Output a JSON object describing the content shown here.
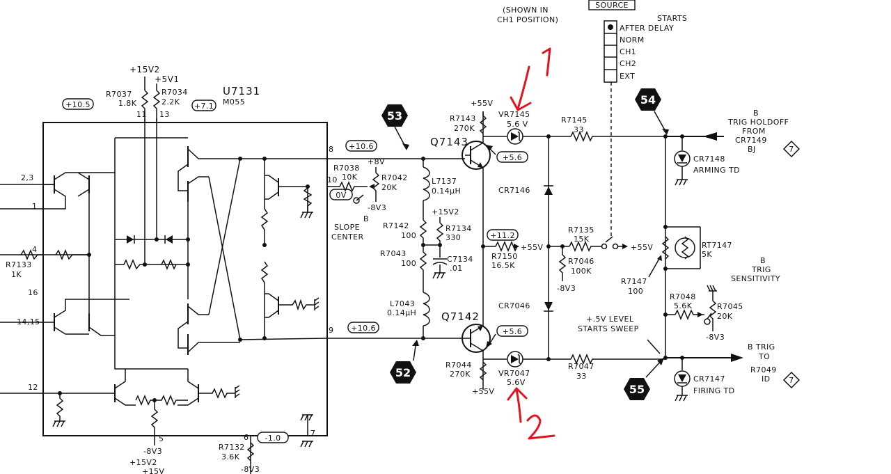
{
  "test_points": {
    "tp53": "53",
    "tp54": "54",
    "tp52": "52",
    "tp55": "55"
  },
  "voltage_pills": {
    "v_10_5": "+10.5",
    "v_7_1": "+7.1",
    "v_10_6_top": "+10.6",
    "v_0v": "0V",
    "v_5_6_top": "+5.6",
    "v_11_2": "+11.2",
    "v_10_6_bot": "+10.6",
    "v_5_6_bot": "+5.6",
    "v_neg_1_0": "-1.0"
  },
  "ic": {
    "name": "U7131",
    "part": "M055",
    "pin_8": "8",
    "pin_10": "10",
    "pin_9": "9",
    "pin_11": "11",
    "pin_13": "13",
    "pin_6": "6",
    "pin_5": "5",
    "pin_7": "7",
    "pin_4": "4",
    "pin_16": "16",
    "pin_12": "12",
    "pin_1": "1",
    "pin_2_3": "2,3",
    "pin_14_15": "14,15"
  },
  "components": {
    "r7037": "R7037",
    "r7037_val": "1.8K",
    "r7034": "R7034",
    "r7034_val": "2.2K",
    "plus15v2_top": "+15V2",
    "plus5v1": "+5V1",
    "r7133": "R7133",
    "r7133_val": "1K",
    "r7038": "R7038",
    "r7038_val": "10K",
    "r7042": "R7042",
    "r7042_val": "20K",
    "plus8v": "+8V",
    "minus8v3_a": "-8V3",
    "slope_b": "B",
    "slope_1": "SLOPE",
    "slope_2": "CENTER",
    "r7143": "R7143",
    "r7143_val": "270K",
    "plus55v_top": "+55V",
    "q7143": "Q7143",
    "q7142": "Q7142",
    "l7137": "L7137",
    "l7137_val": "0.14µH",
    "r7142": "R7142",
    "r7142_val": "100",
    "r7043": "R7043",
    "r7043_val": "100",
    "plus15v2_mid": "+15V2",
    "r7134": "R7134",
    "r7134_val": "330",
    "c7134": "C7134",
    "c7134_val": ".01",
    "l7043": "L7043",
    "l7043_val": "0.14µH",
    "r7044": "R7044",
    "r7044_val": "270K",
    "plus55v_bot": "+55V",
    "vr7145": "VR7145",
    "vr7145_val": "5.6 V",
    "vr7047": "VR7047",
    "vr7047_val": "5.6V",
    "r7150_arrow": "+55V",
    "r7150": "R7150",
    "r7150_val": "16.5K",
    "cr7146": "CR7146",
    "cr7046": "CR7046",
    "r7145": "R7145",
    "r7145_val": "33",
    "r7047": "R7047",
    "r7047_val": "33",
    "r7135": "R7135",
    "r7135_val": "15K",
    "r7046": "R7046",
    "r7046_val": "100K",
    "minus8v3_b": "-8V3",
    "plus55v_sw": "+55V",
    "rt7147": "RT7147",
    "rt7147_val": "5K",
    "r7147": "R7147",
    "r7147_val": "100",
    "r7048": "R7048",
    "r7048_val": "5.6K",
    "r7045": "R7045",
    "r7045_val": "20K",
    "minus8v3_c": "-8V3",
    "cr7148": "CR7148",
    "arming": "ARMING TD",
    "cr7147": "CR7147",
    "firing": "FIRING TD",
    "r7132": "R7132",
    "r7132_val": "3.6K",
    "minus8v3_d": "-8V3",
    "minus8v3_e": "-8V3",
    "plus15v2_bot": "+15V2",
    "plus15v_bot": "+15V"
  },
  "source_switch": {
    "shown_1": "(SHOWN IN",
    "shown_2": "CH1 POSITION)",
    "title": "SOURCE",
    "starts": "STARTS",
    "options": [
      "AFTER DELAY",
      "NORM",
      "CH1",
      "CH2",
      "EXT"
    ]
  },
  "notes": {
    "holdoff_1": "B",
    "holdoff_2": "TRIG HOLDOFF",
    "holdoff_3": "FROM",
    "holdoff_4": "CR7149",
    "holdoff_5": "BJ",
    "sens_1": "B",
    "sens_2": "TRIG",
    "sens_3": "SENSITIVITY",
    "level_1": "+.5V LEVEL",
    "level_2": "STARTS SWEEP",
    "trig_out_1": "B TRIG",
    "trig_out_2": "TO",
    "trig_out_3": "R7049",
    "trig_out_4": "ID",
    "ref_7a": "7",
    "ref_7b": "7"
  },
  "annotations": {
    "mark_1": "1",
    "mark_2": "2"
  },
  "colors": {
    "ink": "#111111",
    "annotation": "#e0141e",
    "paper": "#ffffff"
  }
}
